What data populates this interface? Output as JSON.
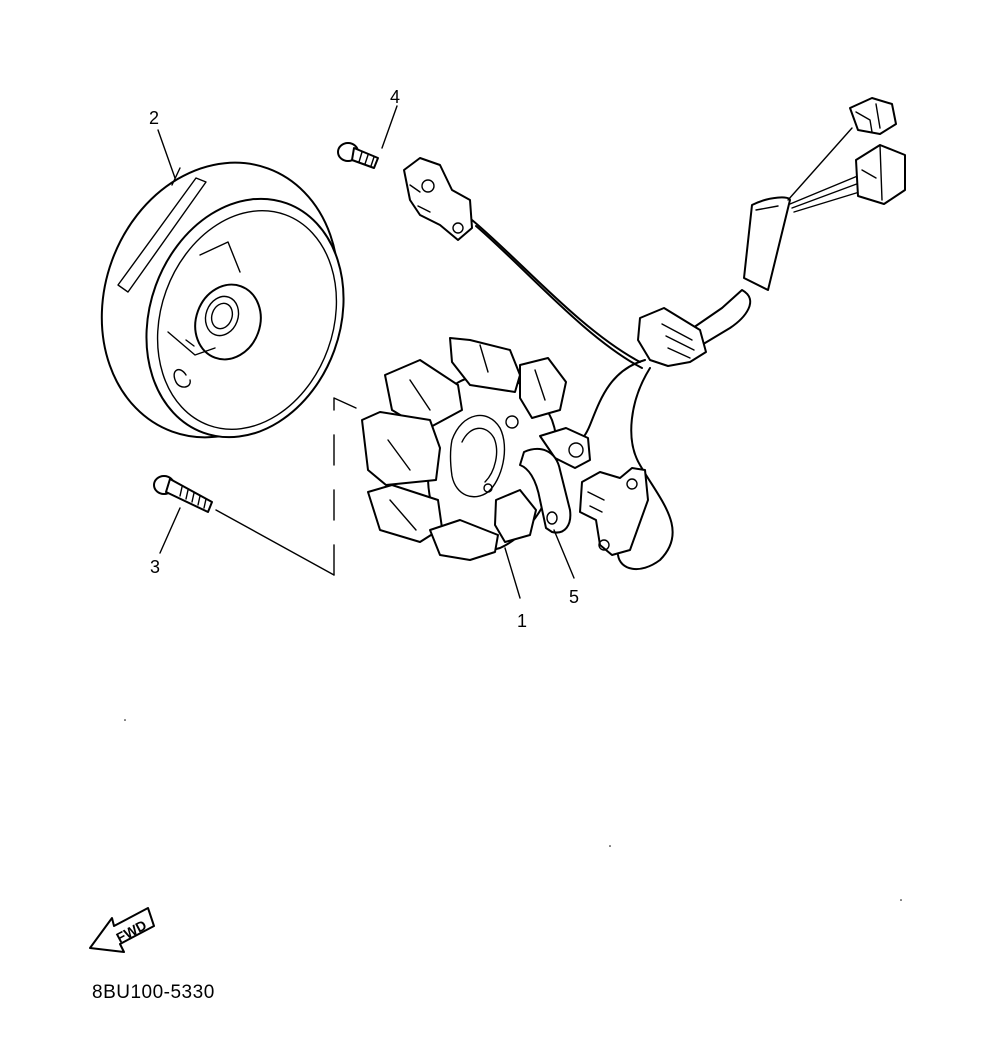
{
  "callouts": [
    {
      "number": "1",
      "part": "stator"
    },
    {
      "number": "2",
      "part": "rotor"
    },
    {
      "number": "3",
      "part": "bolt"
    },
    {
      "number": "4",
      "part": "screw"
    },
    {
      "number": "5",
      "part": "lead-holder"
    }
  ],
  "direction_arrow": {
    "label": "FWD",
    "icon": "forward-arrow-icon"
  },
  "drawing_number": "8BU100-5330"
}
